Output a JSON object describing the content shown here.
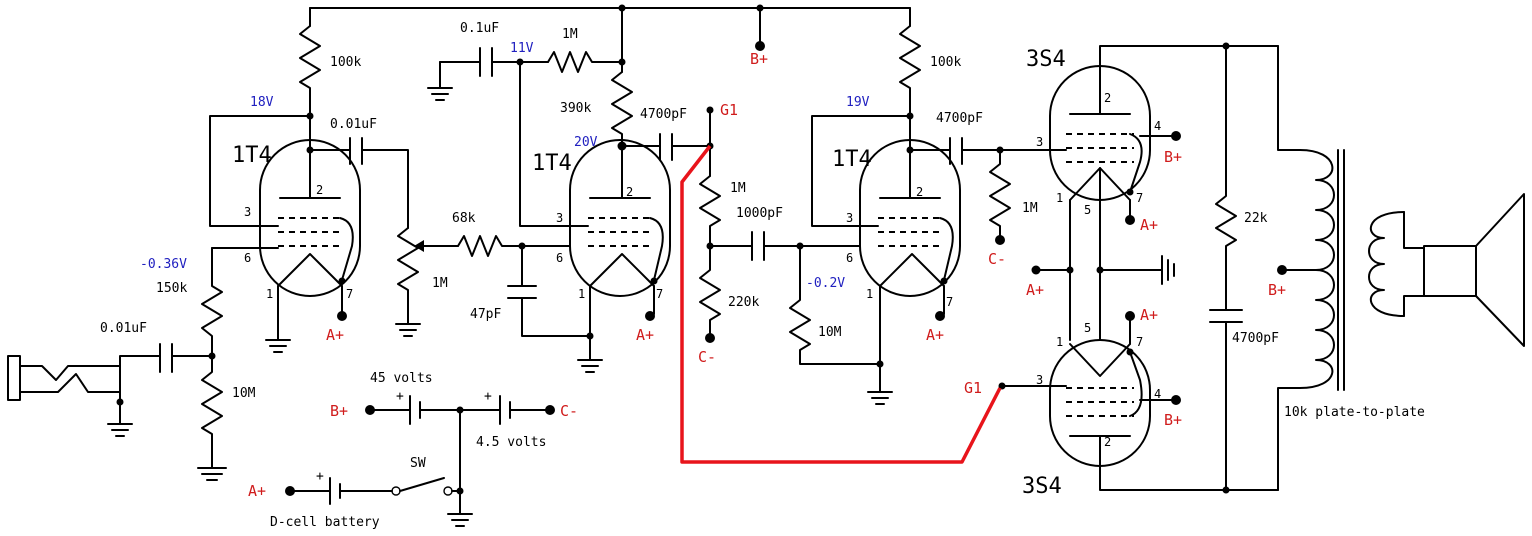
{
  "colors": {
    "line": "#000000",
    "voltage": "#2020c0",
    "net": "#d01c1c",
    "jumper": "#e8141b"
  },
  "tubes": {
    "v1": "1T4",
    "v2": "1T4",
    "v3": "1T4",
    "v4": "3S4",
    "v5": "3S4"
  },
  "pins": {
    "p1": "1",
    "p2": "2",
    "p3": "3",
    "p4": "4",
    "p5": "5",
    "p6": "6",
    "p7": "7"
  },
  "components": {
    "c_in": "0.01uF",
    "r_grid1": "10M",
    "r_bias1": "150k",
    "r_plate1": "100k",
    "c_couple1": "0.01uF",
    "vol_pot": "1M",
    "r_stop": "68k",
    "c_stop": "47pF",
    "c_screen": "0.1uF",
    "r_screen": "1M",
    "r_plate2": "390k",
    "c_couple2": "4700pF",
    "r_split_top": "1M",
    "r_split_bot": "220k",
    "c_couple3": "1000pF",
    "r_grid3": "10M",
    "r_plate3": "100k",
    "c_couple4": "4700pF",
    "r_grid4": "1M",
    "r_fb": "22k",
    "c_fb": "4700pF",
    "transformer": "10k plate-to-plate"
  },
  "voltages": {
    "v1_plate": "18V",
    "v1_grid": "-0.36V",
    "v2_screen": "11V",
    "v2_plate": "20V",
    "v3_plate": "19V",
    "v3_grid": "-0.2V"
  },
  "nets": {
    "bplus": "B+",
    "aplus": "A+",
    "cminus": "C-",
    "g1": "G1"
  },
  "battery": {
    "b_label": "45 volts",
    "c_label": "4.5 volts",
    "a_label": "D-cell battery",
    "switch": "SW",
    "plus": "+"
  }
}
